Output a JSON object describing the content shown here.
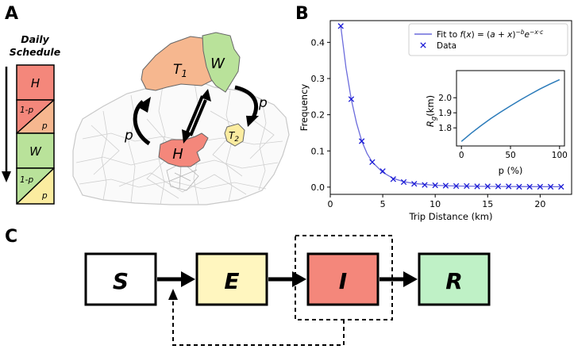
{
  "panel_a": {
    "label": "A",
    "schedule_title_1": "Daily",
    "schedule_title_2": "Schedule",
    "blocks": {
      "h": "H",
      "one_minus_p_1": "1-p",
      "p_1": "p",
      "w": "W",
      "one_minus_p_2": "1-p",
      "p_2": "p"
    },
    "map": {
      "t1": "T",
      "t1_sub": "1",
      "w": "W",
      "h": "H",
      "t2": "T",
      "t2_sub": "2",
      "p_left": "p",
      "p_right": "p"
    },
    "colors": {
      "home": "#f4877b",
      "work": "#b9e29a",
      "t1": "#f6b78f",
      "t2": "#fbeca0",
      "map_line": "#c8c8c8"
    }
  },
  "panel_b": {
    "label": "B",
    "legend_fit": "Fit to f(x) = (a + x)^{-b} e^{-x·c}",
    "legend_data": "Data",
    "chart_data": [
      {
        "type": "scatter",
        "xlabel": "Trip Distance (km)",
        "ylabel": "Frequency",
        "xlim": [
          0,
          23
        ],
        "ylim": [
          -0.02,
          0.46
        ],
        "xticks": [
          0,
          5,
          10,
          15,
          20
        ],
        "yticks": [
          0.0,
          0.1,
          0.2,
          0.3,
          0.4
        ],
        "legend_position": "top-right",
        "series": [
          {
            "name": "Data",
            "marker": "x",
            "color": "#1a1ad6",
            "x": [
              1,
              2,
              3,
              4,
              5,
              6,
              7,
              8,
              9,
              10,
              11,
              12,
              13,
              14,
              15,
              16,
              17,
              18,
              19,
              20,
              21,
              22
            ],
            "y": [
              0.445,
              0.243,
              0.127,
              0.069,
              0.044,
              0.022,
              0.014,
              0.009,
              0.006,
              0.005,
              0.004,
              0.003,
              0.003,
              0.002,
              0.002,
              0.002,
              0.002,
              0.001,
              0.001,
              0.001,
              0.001,
              0.001
            ]
          },
          {
            "name": "Fit to f(x) = (a + x)^{-b} e^{-x·c}",
            "type": "line",
            "color": "#6b6bdc",
            "x": [
              1,
              1.5,
              2,
              2.5,
              3,
              3.5,
              4,
              5,
              6,
              7,
              8,
              10,
              12,
              15,
              18,
              22
            ],
            "y": [
              0.445,
              0.33,
              0.243,
              0.178,
              0.127,
              0.093,
              0.069,
              0.041,
              0.024,
              0.015,
              0.01,
              0.005,
              0.003,
              0.002,
              0.0015,
              0.001
            ]
          }
        ]
      },
      {
        "type": "line",
        "xlabel": "p (%)",
        "ylabel": "R_g(km)",
        "xlim": [
          -5,
          105
        ],
        "ylim": [
          1.68,
          2.18
        ],
        "xticks": [
          0,
          50,
          100
        ],
        "yticks": [
          1.8,
          1.9,
          2.0
        ],
        "series": [
          {
            "color": "#2b7bba",
            "x": [
              0,
              10,
              20,
              30,
              40,
              50,
              60,
              70,
              80,
              90,
              100
            ],
            "y": [
              1.71,
              1.765,
              1.815,
              1.862,
              1.905,
              1.946,
              1.985,
              2.022,
              2.058,
              2.09,
              2.12
            ]
          }
        ]
      }
    ]
  },
  "panel_c": {
    "label": "C",
    "states": [
      "S",
      "E",
      "I",
      "R"
    ],
    "colors": {
      "S": "#ffffff",
      "E": "#fff6bf",
      "I": "#f4877b",
      "R": "#bff1c6"
    }
  }
}
